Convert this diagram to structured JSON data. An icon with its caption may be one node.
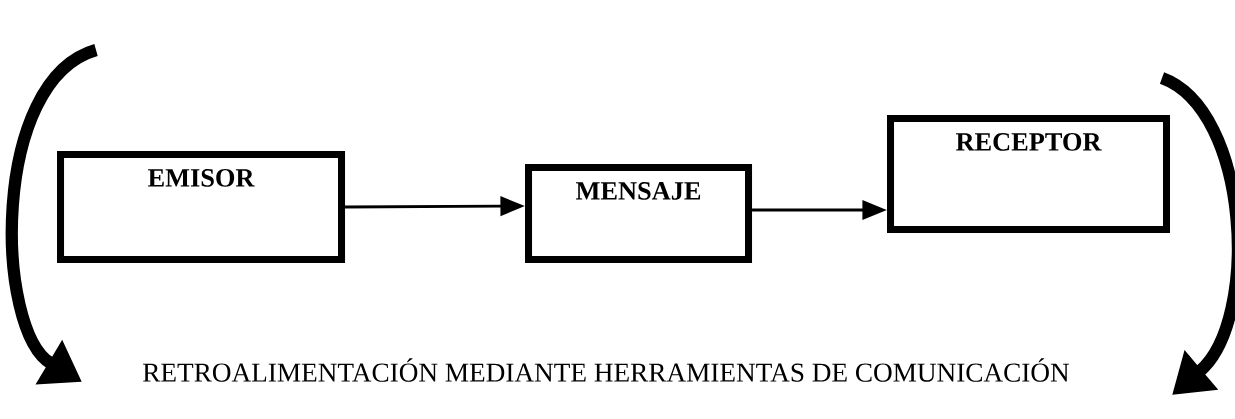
{
  "diagram": {
    "nodes": [
      {
        "text": [
          "EMISOR"
        ]
      },
      {
        "text": [
          "MENSAJE"
        ]
      },
      {
        "text": [
          "RECEPTOR"
        ]
      }
    ],
    "edges": [
      {
        "from": 0,
        "to": 1,
        "arrow": "to"
      },
      {
        "from": 1,
        "to": 2,
        "arrow": "to"
      }
    ],
    "labels": [
      "RETROALIMENTACIÓN MEDIANTE HERRAMIENTAS DE COMUNICACIÓN"
    ]
  }
}
